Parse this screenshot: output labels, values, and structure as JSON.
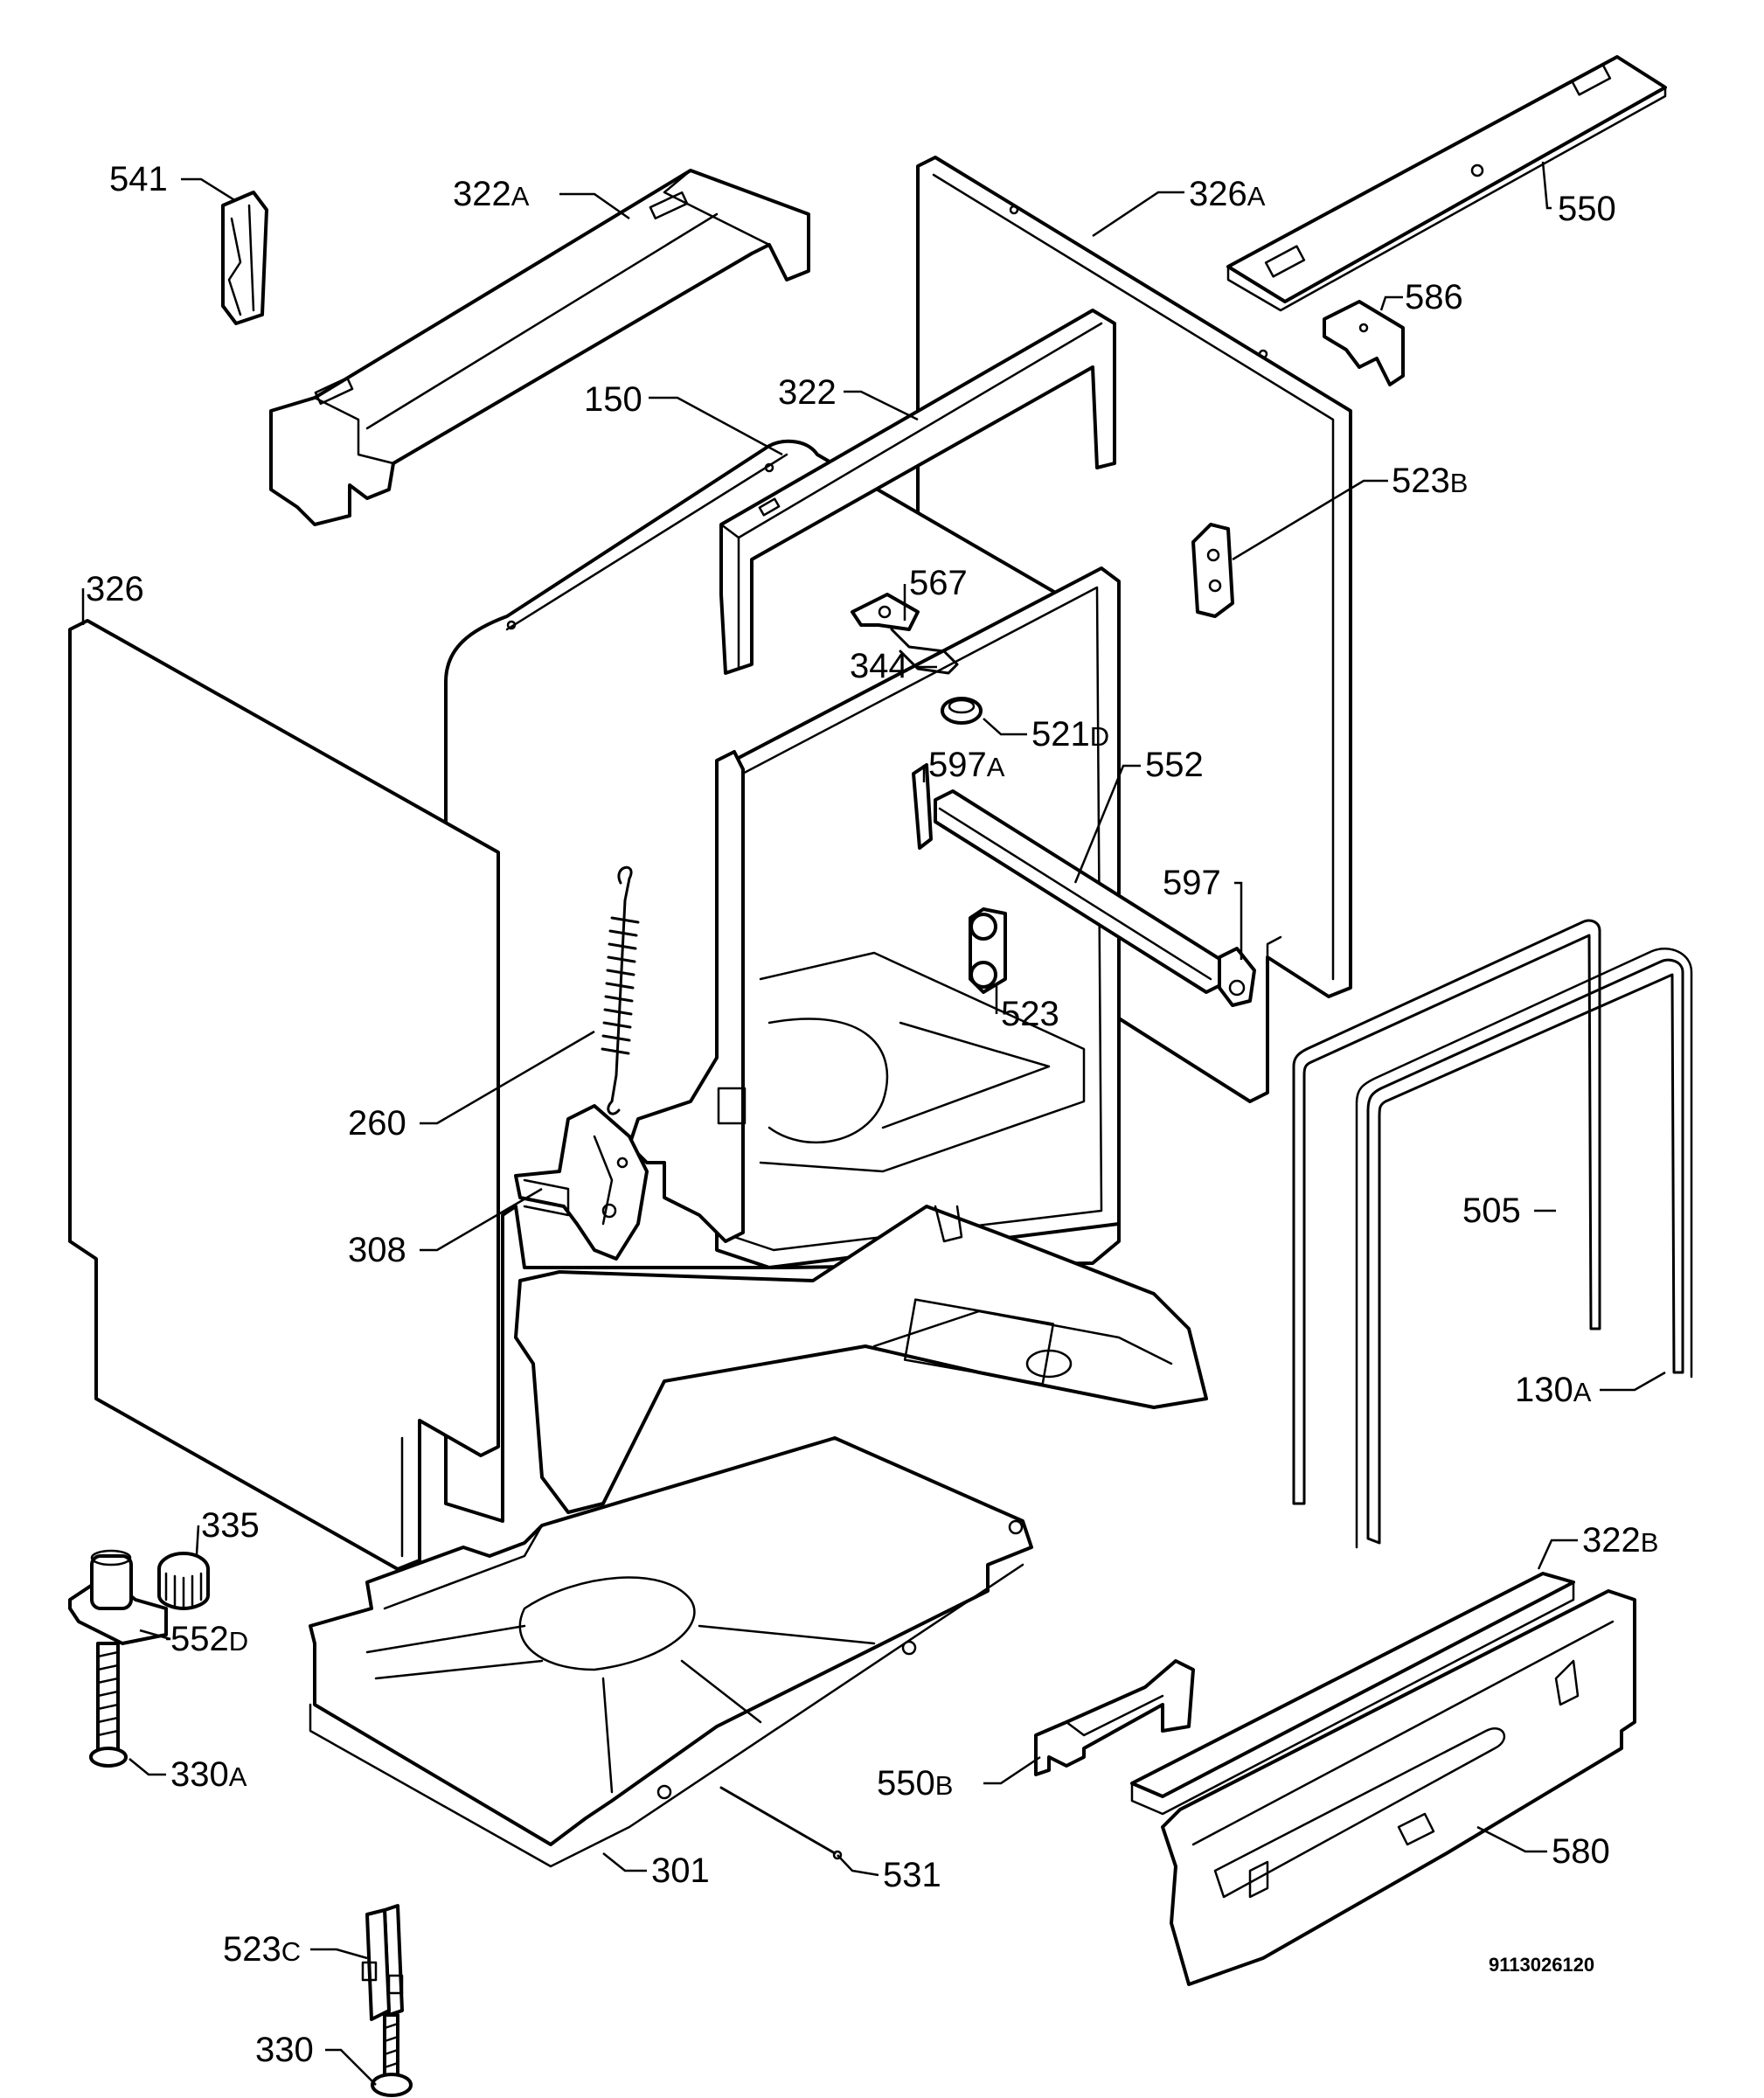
{
  "callouts": {
    "p541": "541",
    "p322a": {
      "num": "322",
      "sfx": "A"
    },
    "p326a": {
      "num": "326",
      "sfx": "A"
    },
    "p550": "550",
    "p586": "586",
    "p150": "150",
    "p322": "322",
    "p523b": {
      "num": "523",
      "sfx": "B"
    },
    "p326": "326",
    "p567": "567",
    "p344": "344",
    "p521d": {
      "num": "521",
      "sfx": "D"
    },
    "p597a": {
      "num": "597",
      "sfx": "A"
    },
    "p552": "552",
    "p597": "597",
    "p523": "523",
    "p260": "260",
    "p308": "308",
    "p505": "505",
    "p130a": {
      "num": "130",
      "sfx": "A"
    },
    "p335": "335",
    "p552d": {
      "num": "552",
      "sfx": "D"
    },
    "p322b": {
      "num": "322",
      "sfx": "B"
    },
    "p330a": {
      "num": "330",
      "sfx": "A"
    },
    "p550b": {
      "num": "550",
      "sfx": "B"
    },
    "p580": "580",
    "p301": "301",
    "p531": "531",
    "p523c": {
      "num": "523",
      "sfx": "C"
    },
    "p330": "330"
  },
  "document_number": "9113026120"
}
